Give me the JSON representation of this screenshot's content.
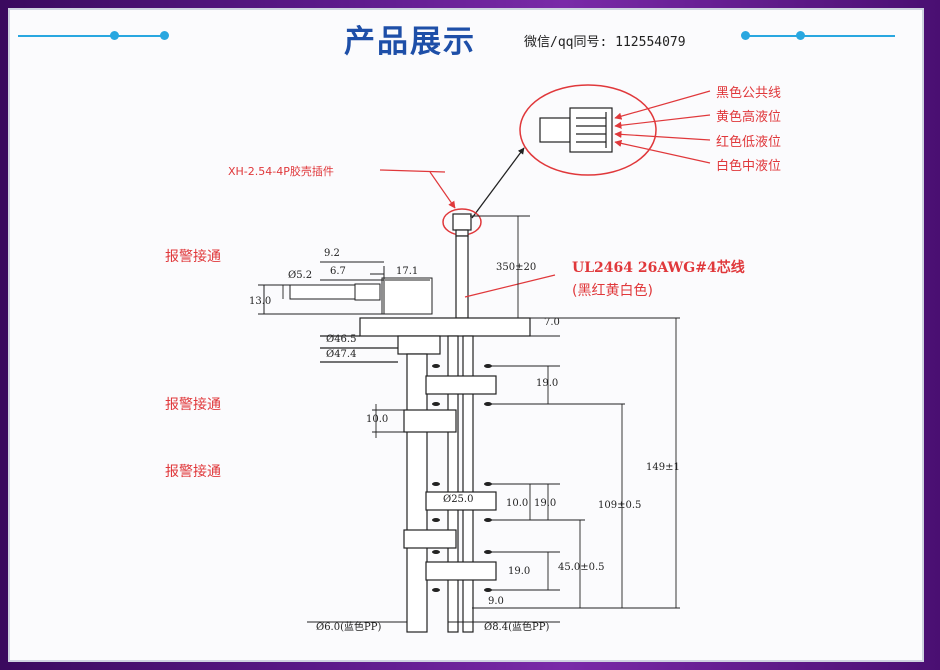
{
  "header": {
    "title": "产品展示",
    "contact": "微信/qq同号: 112554079"
  },
  "connector": {
    "label": "XH-2.54-4P胶壳插件",
    "pins": [
      "黑色公共线",
      "黄色高液位",
      "红色低液位",
      "白色中液位"
    ]
  },
  "cable": {
    "spec": "UL2464   26AWG#4芯线",
    "colors": "(黑红黄白色)"
  },
  "alarms": [
    "报警接通",
    "报警接通",
    "报警接通"
  ],
  "dimensions": {
    "d_9_2": "9.2",
    "d_6_7": "6.7",
    "d_17_1": "17.1",
    "d_o5_2": "Ø5.2",
    "d_13_0": "13.0",
    "d_350": "350±20",
    "d_7_0": "7.0",
    "d_o46_5": "Ø46.5",
    "d_o47_4": "Ø47.4",
    "d_19_0_a": "19.0",
    "d_10_0_a": "10.0",
    "d_149": "149±1",
    "d_o25_0": "Ø25.0",
    "d_10_0_b": "10.0",
    "d_19_0_b": "19.0",
    "d_109": "109±0.5",
    "d_19_0_c": "19.0",
    "d_45": "45.0±0.5",
    "d_9_0": "9.0",
    "d_o6_0": "Ø6.0(蓝色PP)",
    "d_o8_4": "Ø8.4(蓝色PP)"
  },
  "colors": {
    "frame": "#5c1a8a",
    "accent_blue": "#29a7e0",
    "title_blue": "#1e4fa8",
    "label_red": "#e0383b",
    "line": "#222222"
  }
}
